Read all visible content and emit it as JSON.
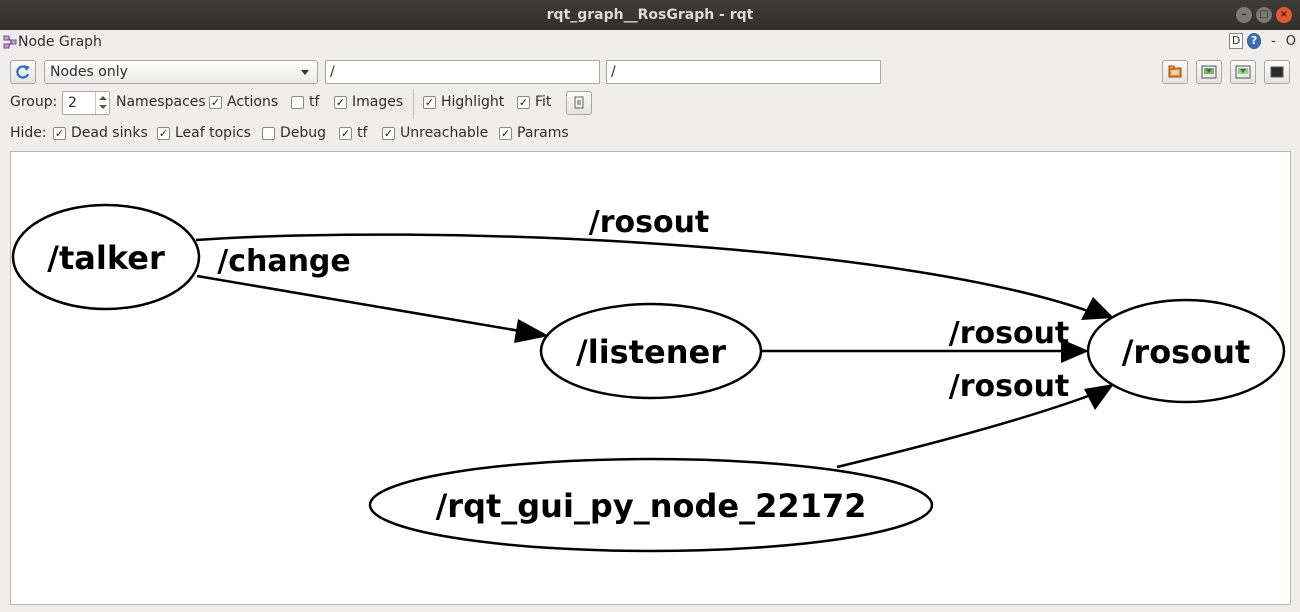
{
  "window": {
    "title": "rqt_graph__RosGraph - rqt"
  },
  "plugin": {
    "title": "Node Graph",
    "d_label": "D",
    "help_label": "?",
    "minus_label": "-",
    "o_label": "O"
  },
  "toolbar": {
    "mode_selected": "Nodes only",
    "filter_nodes": "/",
    "filter_topics": "/"
  },
  "options": {
    "group_label": "Group:",
    "group_value": "2",
    "namespaces": {
      "label": "Namespaces",
      "checked": true
    },
    "actions": {
      "label": "Actions",
      "checked": false
    },
    "tf": {
      "label": "tf",
      "checked": true
    },
    "images": {
      "label": "Images",
      "checked": true
    },
    "highlight": {
      "label": "Highlight",
      "checked": true
    },
    "fit": {
      "label": "Fit",
      "checked": true
    }
  },
  "hide": {
    "label": "Hide:",
    "dead_sinks": {
      "label": "Dead sinks",
      "checked": true
    },
    "leaf_topics": {
      "label": "Leaf topics",
      "checked": true
    },
    "debug": {
      "label": "Debug",
      "checked": false
    },
    "tf": {
      "label": "tf",
      "checked": true
    },
    "unreachable": {
      "label": "Unreachable",
      "checked": true
    },
    "params": {
      "label": "Params",
      "checked": true
    }
  },
  "graph": {
    "nodes": {
      "talker": "/talker",
      "listener": "/listener",
      "rosout": "/rosout",
      "rqt_gui": "/rqt_gui_py_node_22172"
    },
    "edges": {
      "talker_rosout": "/rosout",
      "talker_listener": "/change",
      "listener_rosout": "/rosout",
      "rqt_rosout": "/rosout"
    }
  },
  "colors": {
    "checkmark": "✓"
  }
}
